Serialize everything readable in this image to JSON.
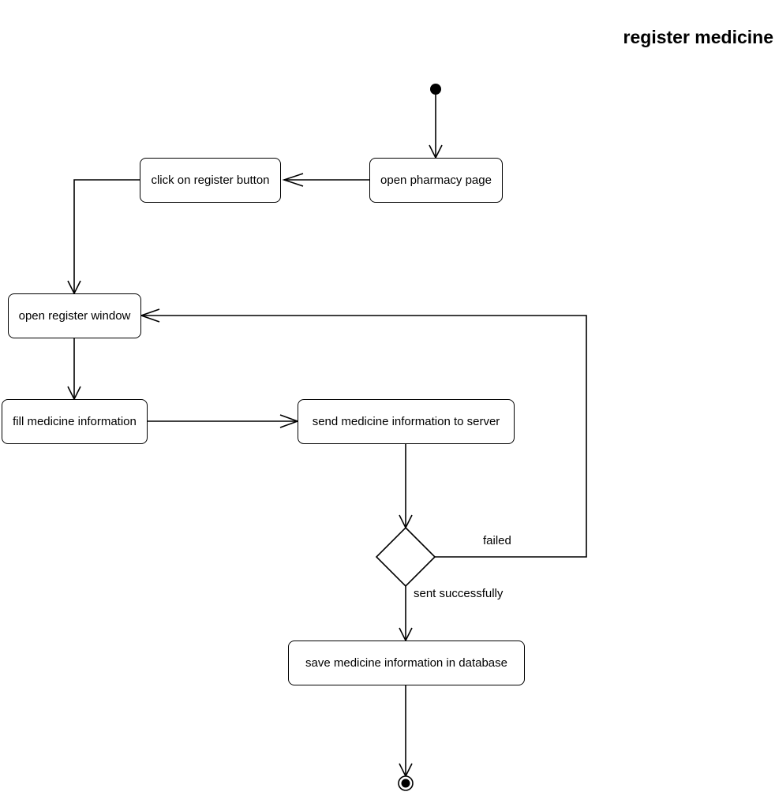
{
  "diagram": {
    "title": "register medicine",
    "nodes": {
      "open_pharmacy_page": "open pharmacy page",
      "click_register_button": "click on register button",
      "open_register_window": "open register window",
      "fill_medicine_information": "fill medicine information",
      "send_medicine_information": "send medicine information to server",
      "save_medicine_information": "save medicine information in database"
    },
    "edge_labels": {
      "failed": "failed",
      "sent_successfully": "sent successfully"
    },
    "colors": {
      "stroke": "#000000",
      "background": "#ffffff"
    }
  }
}
